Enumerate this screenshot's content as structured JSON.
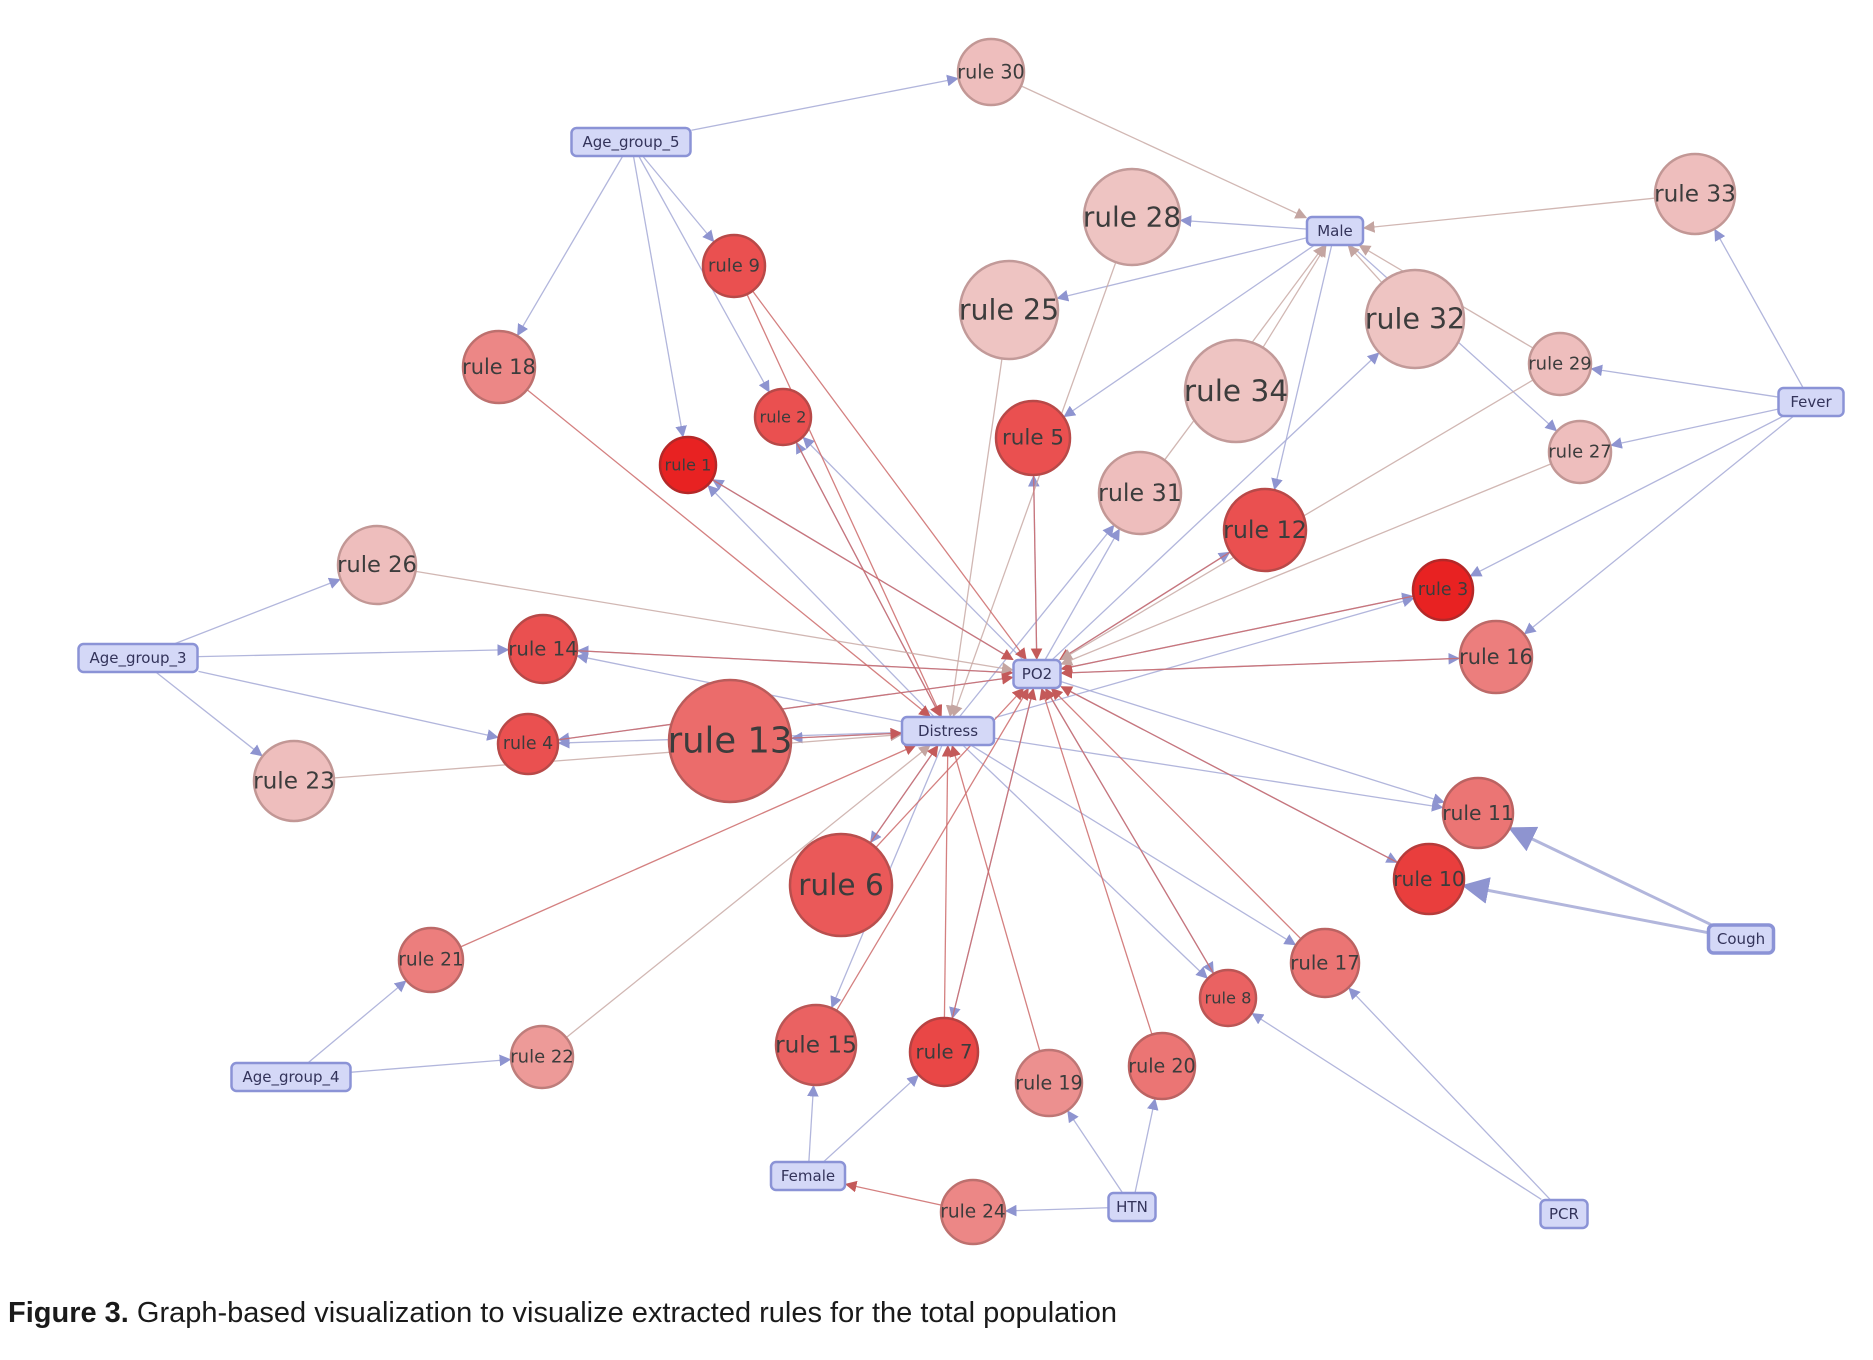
{
  "caption": {
    "prefix": "Figure 3.",
    "text": " Graph-based visualization to visualize extracted rules for the total population"
  },
  "colors": {
    "item_fill": "#d4d8f7",
    "item_stroke": "#8b93d6",
    "edge_item_to_rule": "#a4a9d6",
    "edge_light": "#c9aaa6",
    "edge_red": "#cc6a6a"
  },
  "items": [
    {
      "id": "age5",
      "label": "Age_group_5"
    },
    {
      "id": "age3",
      "label": "Age_group_3"
    },
    {
      "id": "age4",
      "label": "Age_group_4"
    },
    {
      "id": "male",
      "label": "Male"
    },
    {
      "id": "female",
      "label": "Female"
    },
    {
      "id": "fever",
      "label": "Fever"
    },
    {
      "id": "cough",
      "label": "Cough"
    },
    {
      "id": "po2",
      "label": "PO2"
    },
    {
      "id": "distress",
      "label": "Distress"
    },
    {
      "id": "htn",
      "label": "HTN"
    },
    {
      "id": "pcr",
      "label": "PCR"
    }
  ],
  "rules": [
    {
      "id": "r1",
      "label": "rule 1",
      "shade": 1.0
    },
    {
      "id": "r2",
      "label": "rule 2",
      "shade": 0.75
    },
    {
      "id": "r3",
      "label": "rule 3",
      "shade": 1.0
    },
    {
      "id": "r4",
      "label": "rule 4",
      "shade": 0.75
    },
    {
      "id": "r5",
      "label": "rule 5",
      "shade": 0.75
    },
    {
      "id": "r6",
      "label": "rule 6",
      "shade": 0.7
    },
    {
      "id": "r7",
      "label": "rule 7",
      "shade": 0.8
    },
    {
      "id": "r8",
      "label": "rule 8",
      "shade": 0.65
    },
    {
      "id": "r9",
      "label": "rule 9",
      "shade": 0.75
    },
    {
      "id": "r10",
      "label": "rule 10",
      "shade": 0.85
    },
    {
      "id": "r11",
      "label": "rule 11",
      "shade": 0.55
    },
    {
      "id": "r12",
      "label": "rule 12",
      "shade": 0.75
    },
    {
      "id": "r13",
      "label": "rule 13",
      "shade": 0.6
    },
    {
      "id": "r14",
      "label": "rule 14",
      "shade": 0.75
    },
    {
      "id": "r15",
      "label": "rule 15",
      "shade": 0.65
    },
    {
      "id": "r16",
      "label": "rule 16",
      "shade": 0.5
    },
    {
      "id": "r17",
      "label": "rule 17",
      "shade": 0.55
    },
    {
      "id": "r18",
      "label": "rule 18",
      "shade": 0.45
    },
    {
      "id": "r19",
      "label": "rule 19",
      "shade": 0.4
    },
    {
      "id": "r20",
      "label": "rule 20",
      "shade": 0.55
    },
    {
      "id": "r21",
      "label": "rule 21",
      "shade": 0.5
    },
    {
      "id": "r22",
      "label": "rule 22",
      "shade": 0.35
    },
    {
      "id": "r23",
      "label": "rule 23",
      "shade": 0.15
    },
    {
      "id": "r24",
      "label": "rule 24",
      "shade": 0.45
    },
    {
      "id": "r25",
      "label": "rule 25",
      "shade": 0.12
    },
    {
      "id": "r26",
      "label": "rule 26",
      "shade": 0.15
    },
    {
      "id": "r27",
      "label": "rule 27",
      "shade": 0.15
    },
    {
      "id": "r28",
      "label": "rule 28",
      "shade": 0.12
    },
    {
      "id": "r29",
      "label": "rule 29",
      "shade": 0.15
    },
    {
      "id": "r30",
      "label": "rule 30",
      "shade": 0.15
    },
    {
      "id": "r31",
      "label": "rule 31",
      "shade": 0.15
    },
    {
      "id": "r32",
      "label": "rule 32",
      "shade": 0.12
    },
    {
      "id": "r33",
      "label": "rule 33",
      "shade": 0.15
    },
    {
      "id": "r34",
      "label": "rule 34",
      "shade": 0.12
    }
  ],
  "edges": [
    [
      "age5",
      "r30"
    ],
    [
      "age5",
      "r9"
    ],
    [
      "age5",
      "r2"
    ],
    [
      "age5",
      "r1"
    ],
    [
      "age5",
      "r18"
    ],
    [
      "age3",
      "r26"
    ],
    [
      "age3",
      "r14"
    ],
    [
      "age3",
      "r4"
    ],
    [
      "age3",
      "r23"
    ],
    [
      "age4",
      "r21"
    ],
    [
      "age4",
      "r22"
    ],
    [
      "male",
      "r28"
    ],
    [
      "male",
      "r25"
    ],
    [
      "male",
      "r5"
    ],
    [
      "male",
      "r12"
    ],
    [
      "male",
      "r27"
    ],
    [
      "female",
      "r15"
    ],
    [
      "female",
      "r7"
    ],
    [
      "fever",
      "r33"
    ],
    [
      "fever",
      "r29"
    ],
    [
      "fever",
      "r27"
    ],
    [
      "fever",
      "r3"
    ],
    [
      "fever",
      "r16"
    ],
    [
      "cough",
      "r11"
    ],
    [
      "cough",
      "r10"
    ],
    [
      "htn",
      "r24"
    ],
    [
      "htn",
      "r19"
    ],
    [
      "htn",
      "r20"
    ],
    [
      "pcr",
      "r8"
    ],
    [
      "pcr",
      "r17"
    ],
    [
      "po2",
      "r1"
    ],
    [
      "po2",
      "r2"
    ],
    [
      "po2",
      "r5"
    ],
    [
      "po2",
      "r31"
    ],
    [
      "po2",
      "r12"
    ],
    [
      "po2",
      "r3"
    ],
    [
      "po2",
      "r14"
    ],
    [
      "po2",
      "r4"
    ],
    [
      "po2",
      "r16"
    ],
    [
      "po2",
      "r10"
    ],
    [
      "po2",
      "r11"
    ],
    [
      "po2",
      "r8"
    ],
    [
      "po2",
      "r7"
    ],
    [
      "po2",
      "r32"
    ],
    [
      "distress",
      "r1"
    ],
    [
      "distress",
      "r2"
    ],
    [
      "distress",
      "r3"
    ],
    [
      "distress",
      "r4"
    ],
    [
      "distress",
      "r6"
    ],
    [
      "distress",
      "r8"
    ],
    [
      "distress",
      "r11"
    ],
    [
      "distress",
      "r13"
    ],
    [
      "distress",
      "r14"
    ],
    [
      "distress",
      "r15"
    ],
    [
      "distress",
      "r17"
    ],
    [
      "distress",
      "r31"
    ],
    [
      "r30",
      "male"
    ],
    [
      "r33",
      "male"
    ],
    [
      "r32",
      "male"
    ],
    [
      "r34",
      "male"
    ],
    [
      "r31",
      "male"
    ],
    [
      "r29",
      "male"
    ],
    [
      "r28",
      "distress"
    ],
    [
      "r25",
      "distress"
    ],
    [
      "r18",
      "distress"
    ],
    [
      "r9",
      "distress"
    ],
    [
      "r2",
      "distress"
    ],
    [
      "r7",
      "distress"
    ],
    [
      "r19",
      "distress"
    ],
    [
      "r21",
      "distress"
    ],
    [
      "r22",
      "distress"
    ],
    [
      "r23",
      "distress"
    ],
    [
      "r13",
      "distress"
    ],
    [
      "r6",
      "distress"
    ],
    [
      "r1",
      "po2"
    ],
    [
      "r9",
      "po2"
    ],
    [
      "r5",
      "po2"
    ],
    [
      "r12",
      "po2"
    ],
    [
      "r3",
      "po2"
    ],
    [
      "r14",
      "po2"
    ],
    [
      "r26",
      "po2"
    ],
    [
      "r16",
      "po2"
    ],
    [
      "r10",
      "po2"
    ],
    [
      "r17",
      "po2"
    ],
    [
      "r8",
      "po2"
    ],
    [
      "r20",
      "po2"
    ],
    [
      "r15",
      "po2"
    ],
    [
      "r6",
      "po2"
    ],
    [
      "r7",
      "po2"
    ],
    [
      "r4",
      "po2"
    ],
    [
      "r29",
      "po2"
    ],
    [
      "r27",
      "po2"
    ],
    [
      "r24",
      "female"
    ]
  ]
}
